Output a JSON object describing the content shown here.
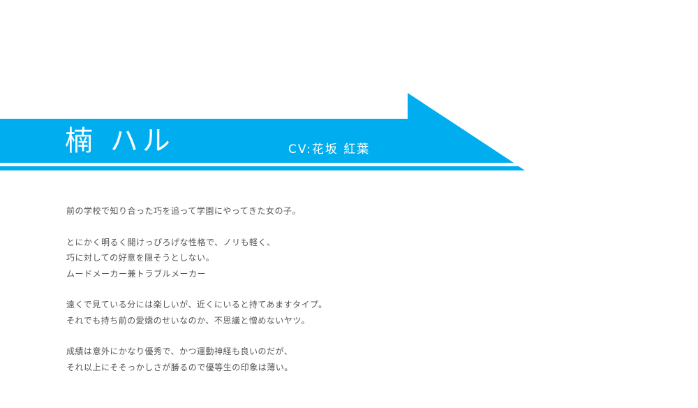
{
  "character": {
    "name": "楠 ハル",
    "cv": "CV:花坂 紅葉"
  },
  "colors": {
    "banner": "#00aeef",
    "text": "#555555",
    "name_text": "#ffffff"
  },
  "profile": {
    "paragraphs": [
      [
        "前の学校で知り合った巧を追って学園にやってきた女の子。"
      ],
      [
        "とにかく明るく開けっぴろげな性格で、ノリも軽く、",
        "巧に対しての好意を隠そうとしない。",
        "ムードメーカー兼トラブルメーカー"
      ],
      [
        "遠くで見ている分には楽しいが、近くにいると持てあますタイプ。",
        "それでも持ち前の愛嬌のせいなのか、不思議と憎めないヤツ。"
      ],
      [
        "成績は意外にかなり優秀で、かつ運動神経も良いのだが、",
        "それ以上にそそっかしさが勝るので優等生の印象は薄い。"
      ]
    ]
  }
}
